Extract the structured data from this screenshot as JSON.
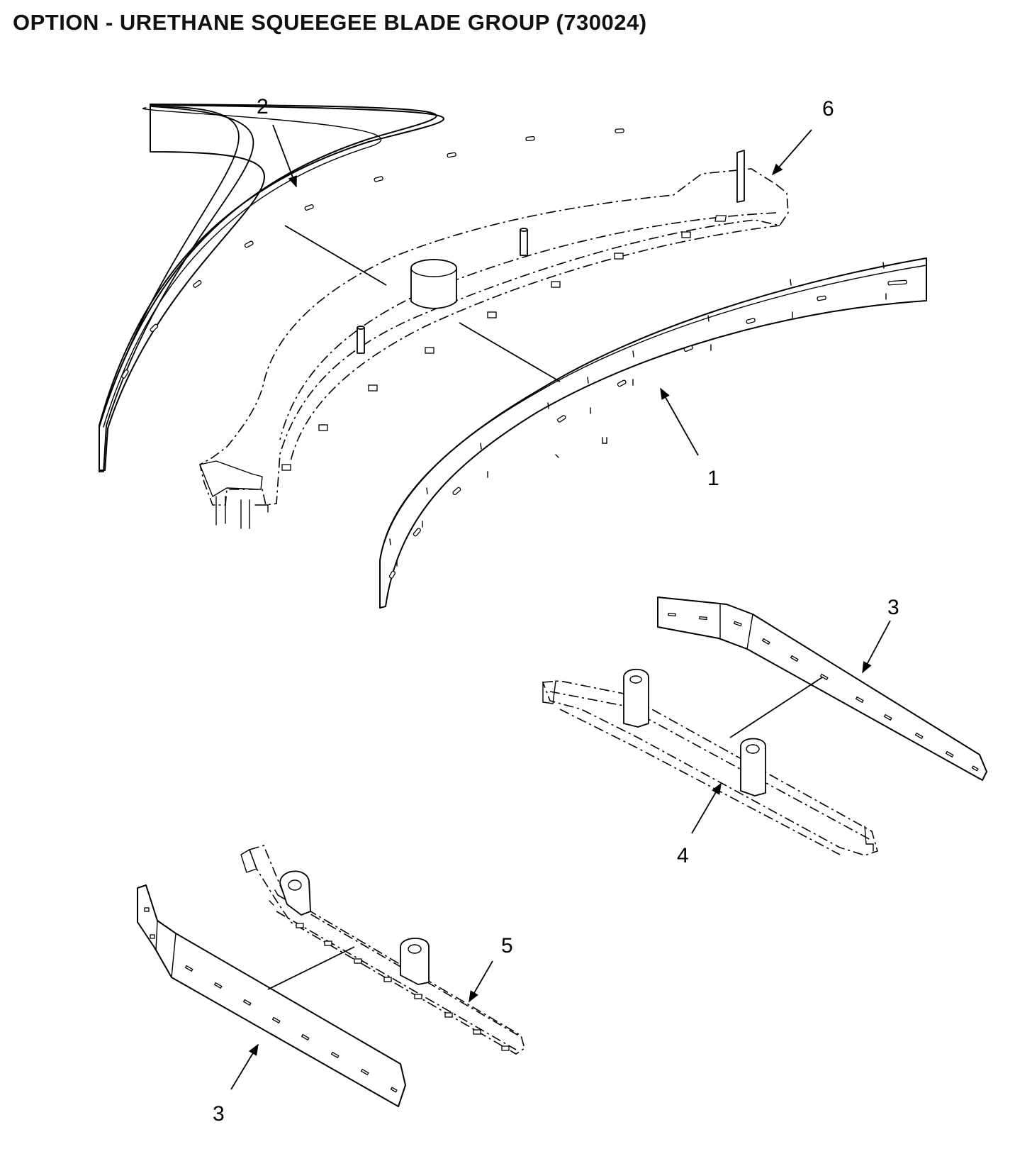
{
  "title": "OPTION - URETHANE SQUEEGEE BLADE GROUP (730024)",
  "callouts": {
    "c1": "1",
    "c2": "2",
    "c3a": "3",
    "c3b": "3",
    "c4": "4",
    "c5": "5",
    "c6": "6"
  },
  "colors": {
    "line": "#000000",
    "background": "#ffffff"
  }
}
